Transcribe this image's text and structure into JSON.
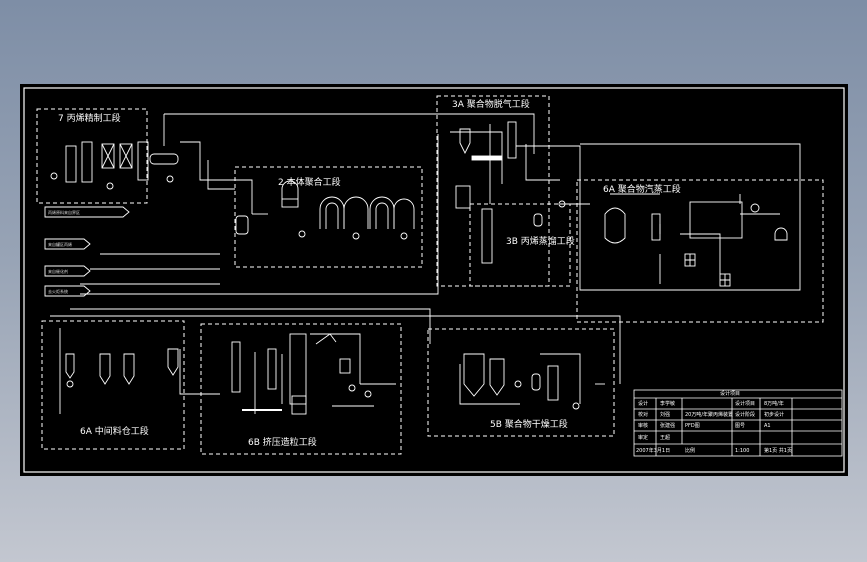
{
  "sections": {
    "s7": {
      "label": "7 丙烯精制工段"
    },
    "s2": {
      "label": "2 本体聚合工段"
    },
    "s3a": {
      "label": "3A 聚合物脱气工段"
    },
    "s3b": {
      "label": "3B 丙烯蒸馏工段"
    },
    "s6a_top": {
      "label": "6A 聚合物汽蒸工段"
    },
    "s6a_bottom": {
      "label": "6A 中间料仓工段"
    },
    "s6b": {
      "label": "6B 挤压造粒工段"
    },
    "s5b": {
      "label": "5B 聚合物干燥工段"
    }
  },
  "inlets": [
    {
      "label": "丙烯原料来自界区"
    },
    {
      "label": "来自罐区丙烯"
    },
    {
      "label": "来自催化剂"
    },
    {
      "label": "去火炬系统"
    }
  ],
  "title_block": {
    "header": "设计项目",
    "rows": [
      [
        "设计",
        "李学敏",
        "",
        "设计项目",
        "8万吨/年"
      ],
      [
        "校对",
        "刘强",
        "20万吨/年聚丙烯装置",
        "设计阶段",
        "初步设计"
      ],
      [
        "审核",
        "张建强",
        "PFD图",
        "图号",
        "A1"
      ],
      [
        "审定",
        "王超",
        "",
        "",
        ""
      ],
      [
        "2007年3月1日",
        "",
        "比例",
        "1:100",
        "第1页 共1页"
      ]
    ]
  },
  "colors": {
    "sheet": "#000000",
    "line": "#ffffff",
    "background_top": "#7e8ea6",
    "background_bottom": "#c3c7d0"
  }
}
